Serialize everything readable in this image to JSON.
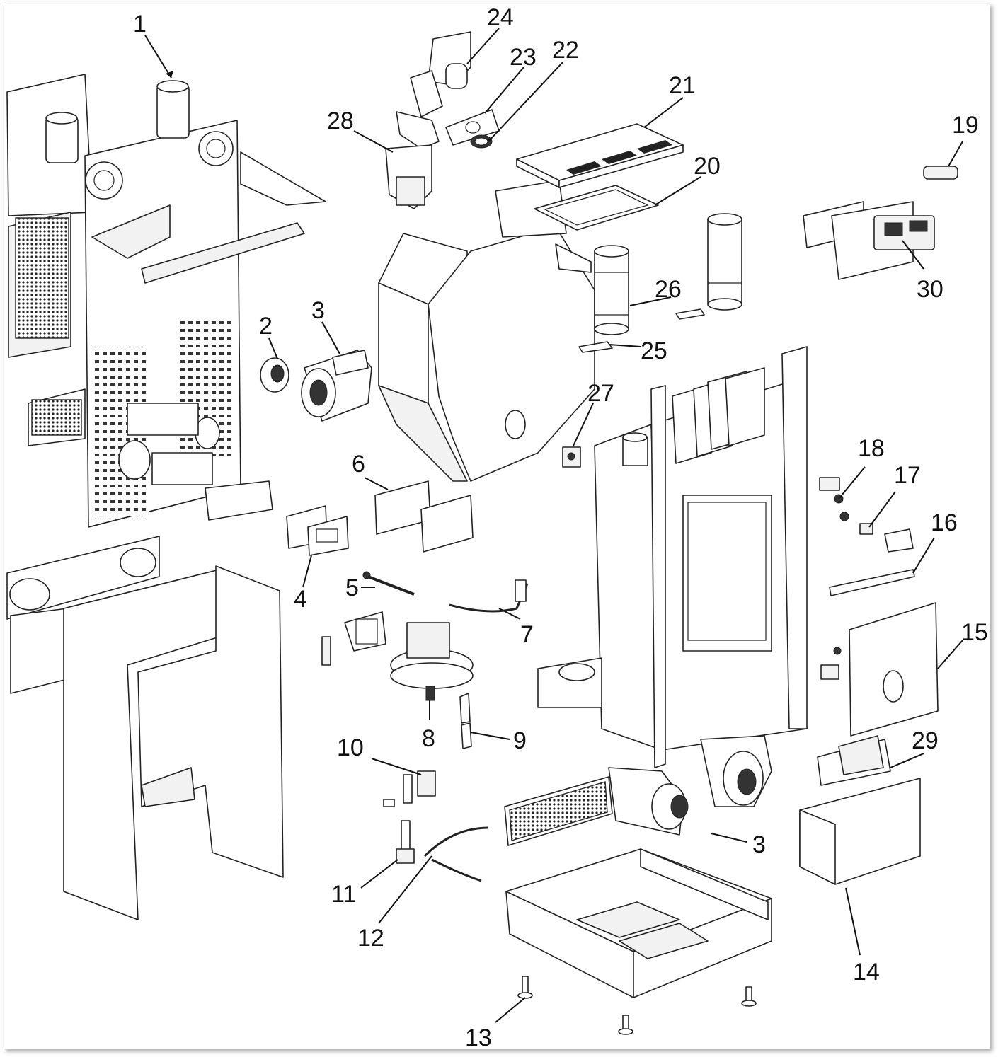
{
  "diagram": {
    "callouts": [
      {
        "id": "c1",
        "text": "1"
      },
      {
        "id": "c2",
        "text": "2"
      },
      {
        "id": "c3a",
        "text": "3"
      },
      {
        "id": "c3b",
        "text": "3"
      },
      {
        "id": "c4",
        "text": "4"
      },
      {
        "id": "c5",
        "text": "5"
      },
      {
        "id": "c6",
        "text": "6"
      },
      {
        "id": "c7",
        "text": "7"
      },
      {
        "id": "c8",
        "text": "8"
      },
      {
        "id": "c9",
        "text": "9"
      },
      {
        "id": "c10",
        "text": "10"
      },
      {
        "id": "c11",
        "text": "11"
      },
      {
        "id": "c12",
        "text": "12"
      },
      {
        "id": "c13",
        "text": "13"
      },
      {
        "id": "c14",
        "text": "14"
      },
      {
        "id": "c15",
        "text": "15"
      },
      {
        "id": "c16",
        "text": "16"
      },
      {
        "id": "c17",
        "text": "17"
      },
      {
        "id": "c18",
        "text": "18"
      },
      {
        "id": "c19",
        "text": "19"
      },
      {
        "id": "c20",
        "text": "20"
      },
      {
        "id": "c21",
        "text": "21"
      },
      {
        "id": "c22",
        "text": "22"
      },
      {
        "id": "c23",
        "text": "23"
      },
      {
        "id": "c24",
        "text": "24"
      },
      {
        "id": "c25",
        "text": "25"
      },
      {
        "id": "c26",
        "text": "26"
      },
      {
        "id": "c27",
        "text": "27"
      },
      {
        "id": "c28",
        "text": "28"
      },
      {
        "id": "c29",
        "text": "29"
      },
      {
        "id": "c30",
        "text": "30"
      }
    ]
  }
}
